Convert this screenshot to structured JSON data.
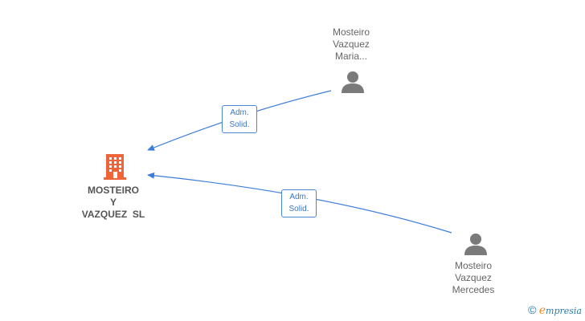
{
  "nodes": {
    "company": {
      "lines": [
        "MOSTEIRO",
        "Y",
        "VAZQUEZ  SL"
      ],
      "color": "#f0643a"
    },
    "person1": {
      "lines": [
        "Mosteiro",
        "Vazquez",
        "Maria..."
      ]
    },
    "person2": {
      "lines": [
        "Mosteiro",
        "Vazquez",
        "Mercedes"
      ]
    }
  },
  "edges": [
    {
      "from": "person1",
      "to": "company",
      "lines": [
        "Adm.",
        "Solid."
      ]
    },
    {
      "from": "person2",
      "to": "company",
      "lines": [
        "Adm.",
        "Solid."
      ]
    }
  ],
  "colors": {
    "edge": "#3b7dd8",
    "person_icon": "#7a7a7a",
    "company_icon": "#f0643a"
  },
  "brand": {
    "copyright": "©",
    "e": "e",
    "rest": "mpresia"
  }
}
